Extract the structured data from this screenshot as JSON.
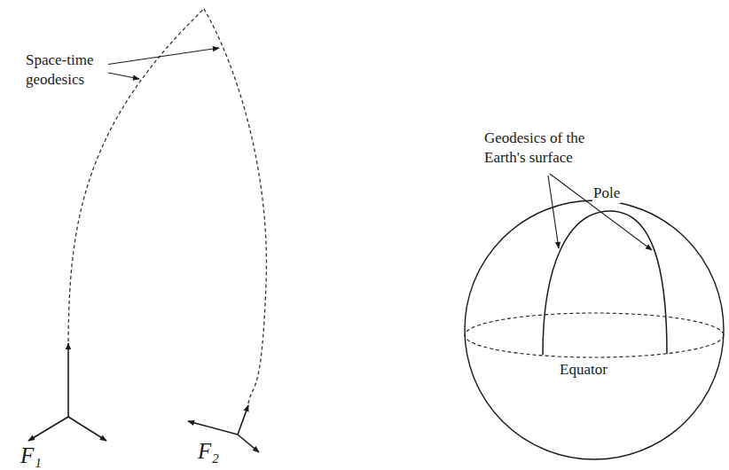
{
  "diagram": {
    "labels": [
      "Space-time geodesics",
      "Geodesics of the Earth's surface",
      "Pole",
      "Equator",
      "F₁",
      "F₂"
    ]
  }
}
